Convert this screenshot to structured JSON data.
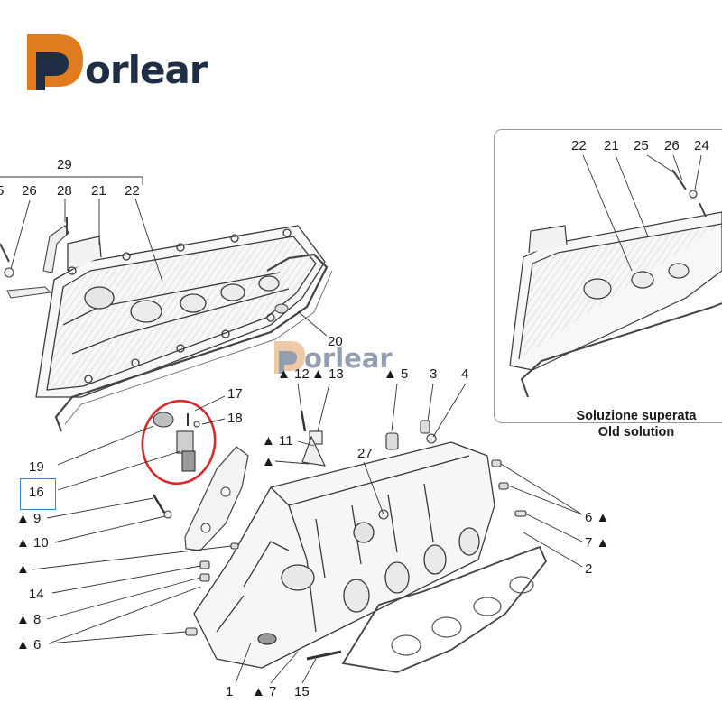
{
  "brand": {
    "name": "orlear",
    "watermark": "orlear",
    "accent_orange": "#e07b1f",
    "dark_navy": "#1f2d45"
  },
  "inset": {
    "caption_line1": "Soluzione superata",
    "caption_line2": "Old solution"
  },
  "highlight": {
    "circle_color": "#d72b2b",
    "box_color": "#3d86c6"
  },
  "callouts": {
    "n29": "29",
    "n5a": "5",
    "n26a": "26",
    "n28": "28",
    "n21a": "21",
    "n22a": "22",
    "n20": "20",
    "n22b": "22",
    "n21b": "21",
    "n25b": "25",
    "n26b": "26",
    "n24b": "24",
    "n17": "17",
    "n18": "18",
    "n19": "19",
    "n16": "16",
    "n12": "▲ 12",
    "n13": "▲ 13",
    "n5b": "▲ 5",
    "n3": "3",
    "n4": "4",
    "n11": "▲ 11",
    "n11b": "▲",
    "n27": "27",
    "n9": "▲ 9",
    "n10": "▲ 10",
    "n_tri": "▲",
    "n14": "14",
    "n8": "▲ 8",
    "n6a": "▲ 6",
    "n1": "1",
    "n7a": "▲ 7",
    "n15": "15",
    "n6b": "6 ▲",
    "n7b": "7 ▲",
    "n2": "2"
  }
}
